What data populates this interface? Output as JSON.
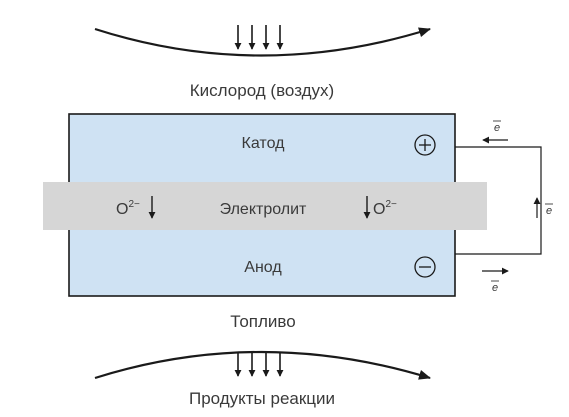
{
  "labels": {
    "oxygen": "Кислород (воздух)",
    "cathode": "Катод",
    "electrolyte": "Электролит",
    "anode": "Анод",
    "fuel": "Топливо",
    "products": "Продукты реакции",
    "ion_left": "O",
    "ion_right": "O",
    "ion_charge": "2−",
    "electron": "e",
    "plus": "+",
    "minus": "−"
  },
  "colors": {
    "cell_fill": "#cfe2f3",
    "electrolyte_fill": "#d6d6d6",
    "stroke": "#1a1a1a",
    "text": "#3a3a3a"
  },
  "icons": {
    "plus_terminal": "circled-plus-icon",
    "minus_terminal": "circled-minus-icon"
  }
}
